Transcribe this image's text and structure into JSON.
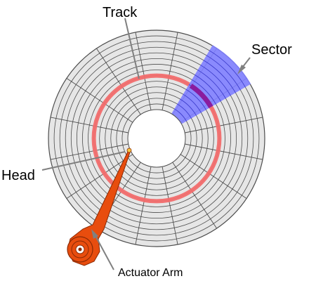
{
  "labels": {
    "track": "Track",
    "sector": "Sector",
    "head": "Head",
    "actuator_arm": "Actuator Arm"
  },
  "colors": {
    "platter_fill": "#e6e6e6",
    "platter_line": "#4d4d4d",
    "hub_fill": "#ffffff",
    "track_highlight": "#f26d6d",
    "sector_fill": "#7f7fff",
    "sector_overlap": "#8a1c9e",
    "arm_fill": "#e84d0e",
    "arm_stroke": "#8a2a05",
    "leader_line": "#808080"
  },
  "platter": {
    "concentric_tracks": 14,
    "radial_divisions": 16
  }
}
